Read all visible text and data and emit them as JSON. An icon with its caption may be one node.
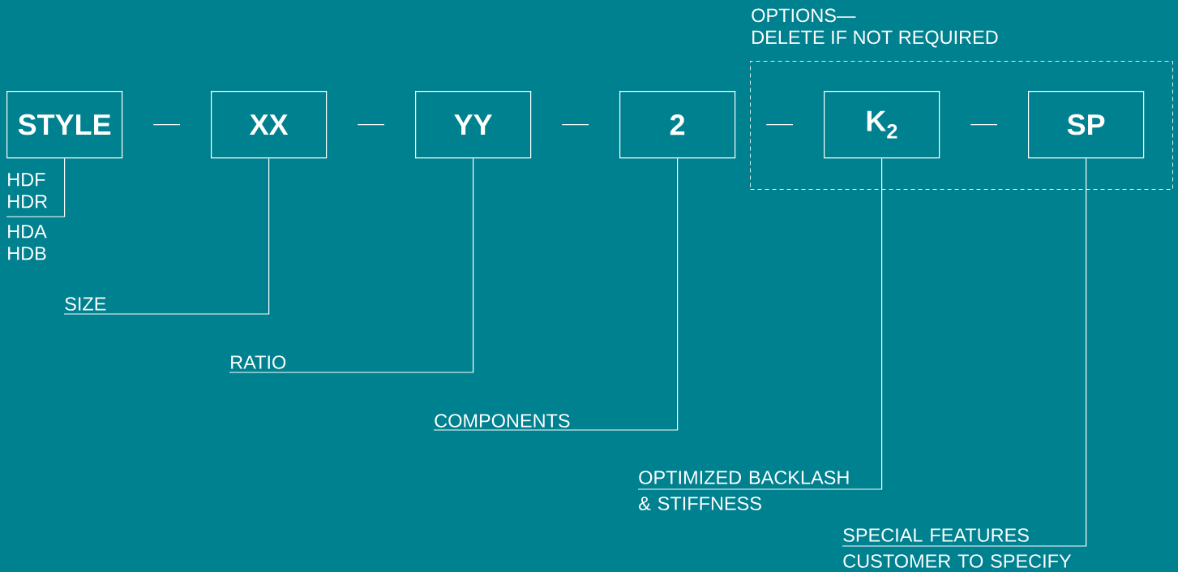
{
  "diagram": {
    "nodes": [
      {
        "text": [
          "STYLE"
        ]
      },
      {
        "text": [
          "XX"
        ]
      },
      {
        "text": [
          "YY"
        ]
      },
      {
        "text": [
          "2"
        ]
      },
      {
        "text": [
          "OPTIONS—",
          "DELETE IF NOT REQUIRED"
        ]
      },
      {
        "text": [
          "K$_{2}$"
        ],
        "in": 4
      },
      {
        "text": [
          "SP"
        ],
        "in": 4
      },
      {
        "text": [
          "HDF HDR"
        ]
      },
      {
        "text": [
          "SIZE"
        ]
      },
      {
        "text": [
          "RATIO"
        ]
      },
      {
        "text": [
          "COMPONENTS"
        ]
      },
      {
        "text": [
          "OPTIMIZED BACKLASH & STIFFNESS"
        ]
      },
      {
        "text": [
          "SPECIAL FEATURES CUSTOMER TO SPECIFY"
        ]
      }
    ],
    "edges": [
      {
        "from": 0,
        "to": 1,
        "arrow": "none"
      },
      {
        "from": 1,
        "to": 2,
        "arrow": "none"
      },
      {
        "from": 2,
        "to": 3,
        "arrow": "none"
      },
      {
        "from": 3,
        "to": 5,
        "arrow": "none"
      },
      {
        "from": 5,
        "to": 6,
        "arrow": "none"
      },
      {
        "from": 7,
        "to": 0,
        "arrow": "none"
      },
      {
        "from": 8,
        "to": 1,
        "arrow": "none"
      },
      {
        "from": 9,
        "to": 2,
        "arrow": "none"
      },
      {
        "from": 10,
        "to": 3,
        "arrow": "none"
      },
      {
        "from": 11,
        "to": 5,
        "arrow": "none"
      },
      {
        "from": 12,
        "to": 6,
        "arrow": "none"
      }
    ],
    "labels": [
      "HDA HDB"
    ]
  }
}
